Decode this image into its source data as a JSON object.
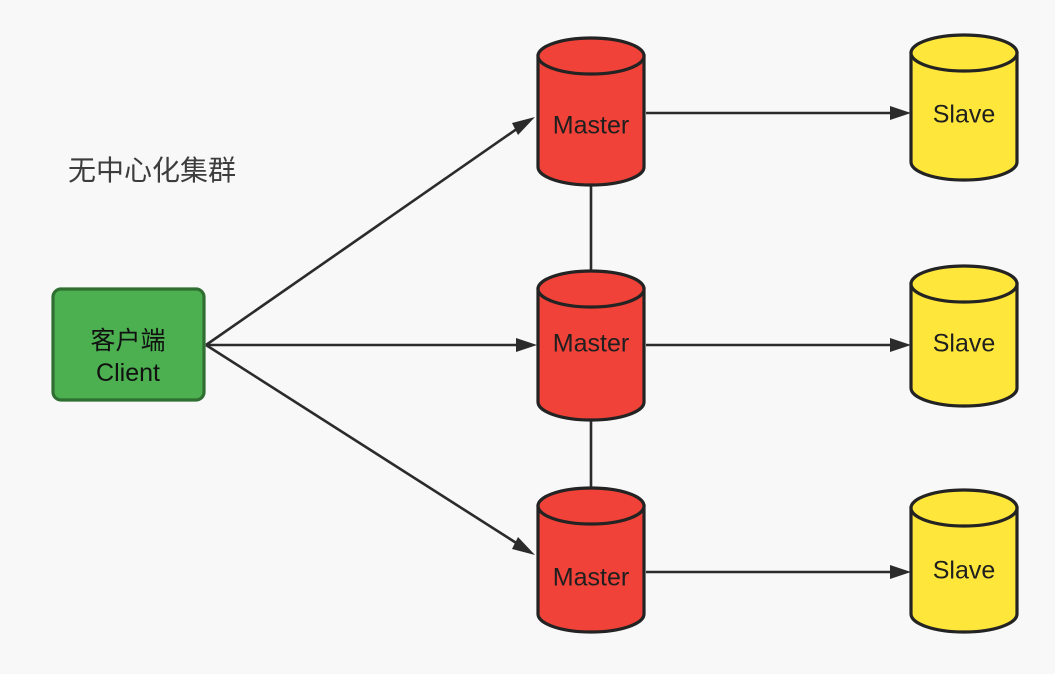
{
  "diagram": {
    "title": "无中心化集群",
    "background_color": "#f8f8f8",
    "stroke_color": "#2b2b2b",
    "client": {
      "line1": "客户端",
      "line2": "Client",
      "fill_color": "#4caf50",
      "border_color": "#2f6f31"
    },
    "masters": [
      {
        "label": "Master",
        "fill_color": "#f04238",
        "border_color": "#232323"
      },
      {
        "label": "Master",
        "fill_color": "#f04238",
        "border_color": "#232323"
      },
      {
        "label": "Master",
        "fill_color": "#f04238",
        "border_color": "#232323"
      }
    ],
    "slaves": [
      {
        "label": "Slave",
        "fill_color": "#ffe63b",
        "border_color": "#232323"
      },
      {
        "label": "Slave",
        "fill_color": "#ffe63b",
        "border_color": "#232323"
      },
      {
        "label": "Slave",
        "fill_color": "#ffe63b",
        "border_color": "#232323"
      }
    ],
    "edges": [
      {
        "from": "client",
        "to": "master-1",
        "arrow": true
      },
      {
        "from": "client",
        "to": "master-2",
        "arrow": true
      },
      {
        "from": "client",
        "to": "master-3",
        "arrow": true
      },
      {
        "from": "master-1",
        "to": "slave-1",
        "arrow": true
      },
      {
        "from": "master-2",
        "to": "slave-2",
        "arrow": true
      },
      {
        "from": "master-3",
        "to": "slave-3",
        "arrow": true
      },
      {
        "from": "master-1",
        "to": "master-2",
        "arrow": false
      },
      {
        "from": "master-2",
        "to": "master-3",
        "arrow": false
      }
    ]
  }
}
